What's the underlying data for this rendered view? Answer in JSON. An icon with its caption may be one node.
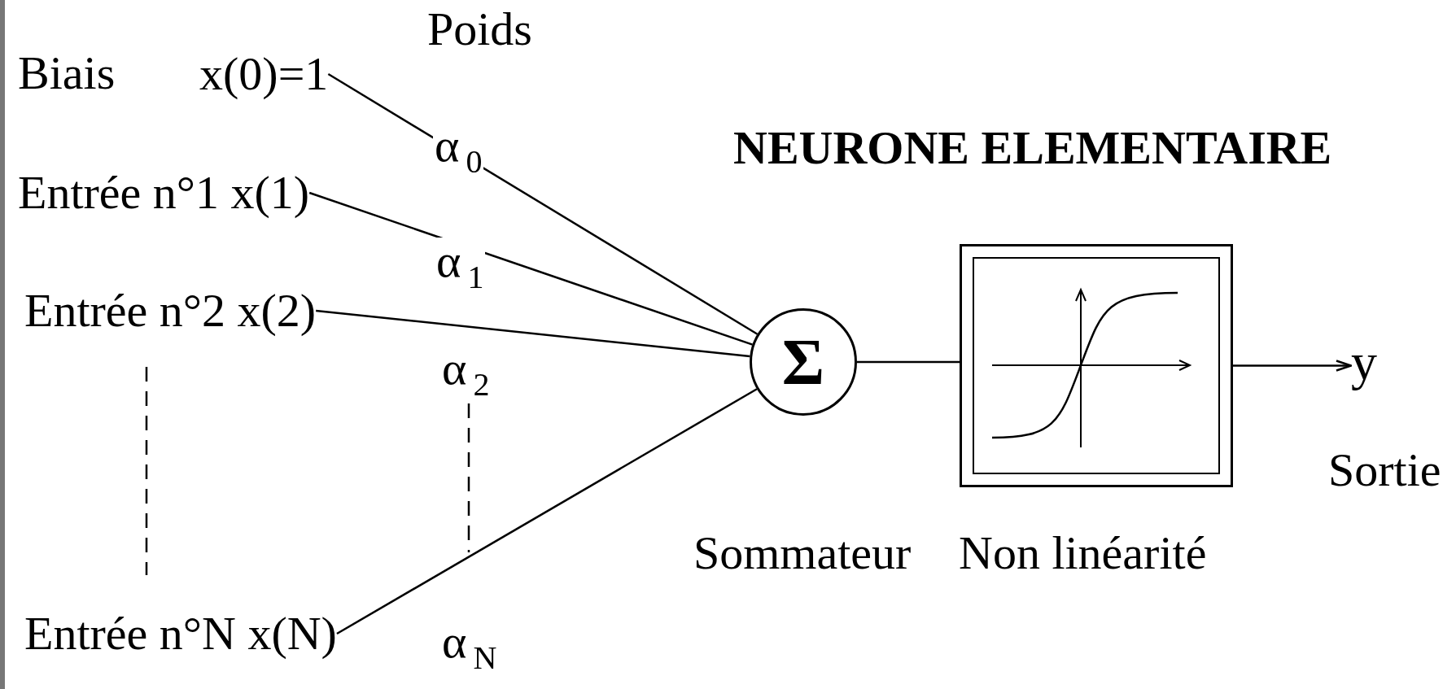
{
  "diagram": {
    "title": "NEURONE ELEMENTAIRE",
    "nodes": [
      {
        "text": [
          "x(0)=1"
        ],
        "beside": [
          "Biais"
        ]
      },
      {
        "text": [
          "Entrée n°1 x(1)"
        ]
      },
      {
        "text": [
          "Entrée n°2 x(2)"
        ]
      },
      {
        "text": [
          "Entrée n°N x(N)"
        ]
      },
      {
        "text": [
          "Σ"
        ]
      },
      {
        "text": [],
        "shape": "box",
        "beside": [
          "Non linéarité"
        ]
      },
      {
        "text": [
          "y"
        ],
        "beside": [
          "Sortie"
        ]
      }
    ],
    "edges": [
      {
        "from": 0,
        "to": 4,
        "arrow": "none",
        "label": "α$_{0}$"
      },
      {
        "from": 1,
        "to": 4,
        "arrow": "none",
        "label": "α$_{1}$"
      },
      {
        "from": 2,
        "to": 4,
        "arrow": "none",
        "label": "α$_{2}$"
      },
      {
        "from": 3,
        "to": 4,
        "arrow": "none",
        "label": "α$_{N}$"
      },
      {
        "from": 4,
        "to": 5,
        "arrow": "none"
      },
      {
        "from": 5,
        "to": 6,
        "arrow": "to"
      }
    ],
    "labels": [
      "Poids",
      "Sommateur"
    ]
  }
}
